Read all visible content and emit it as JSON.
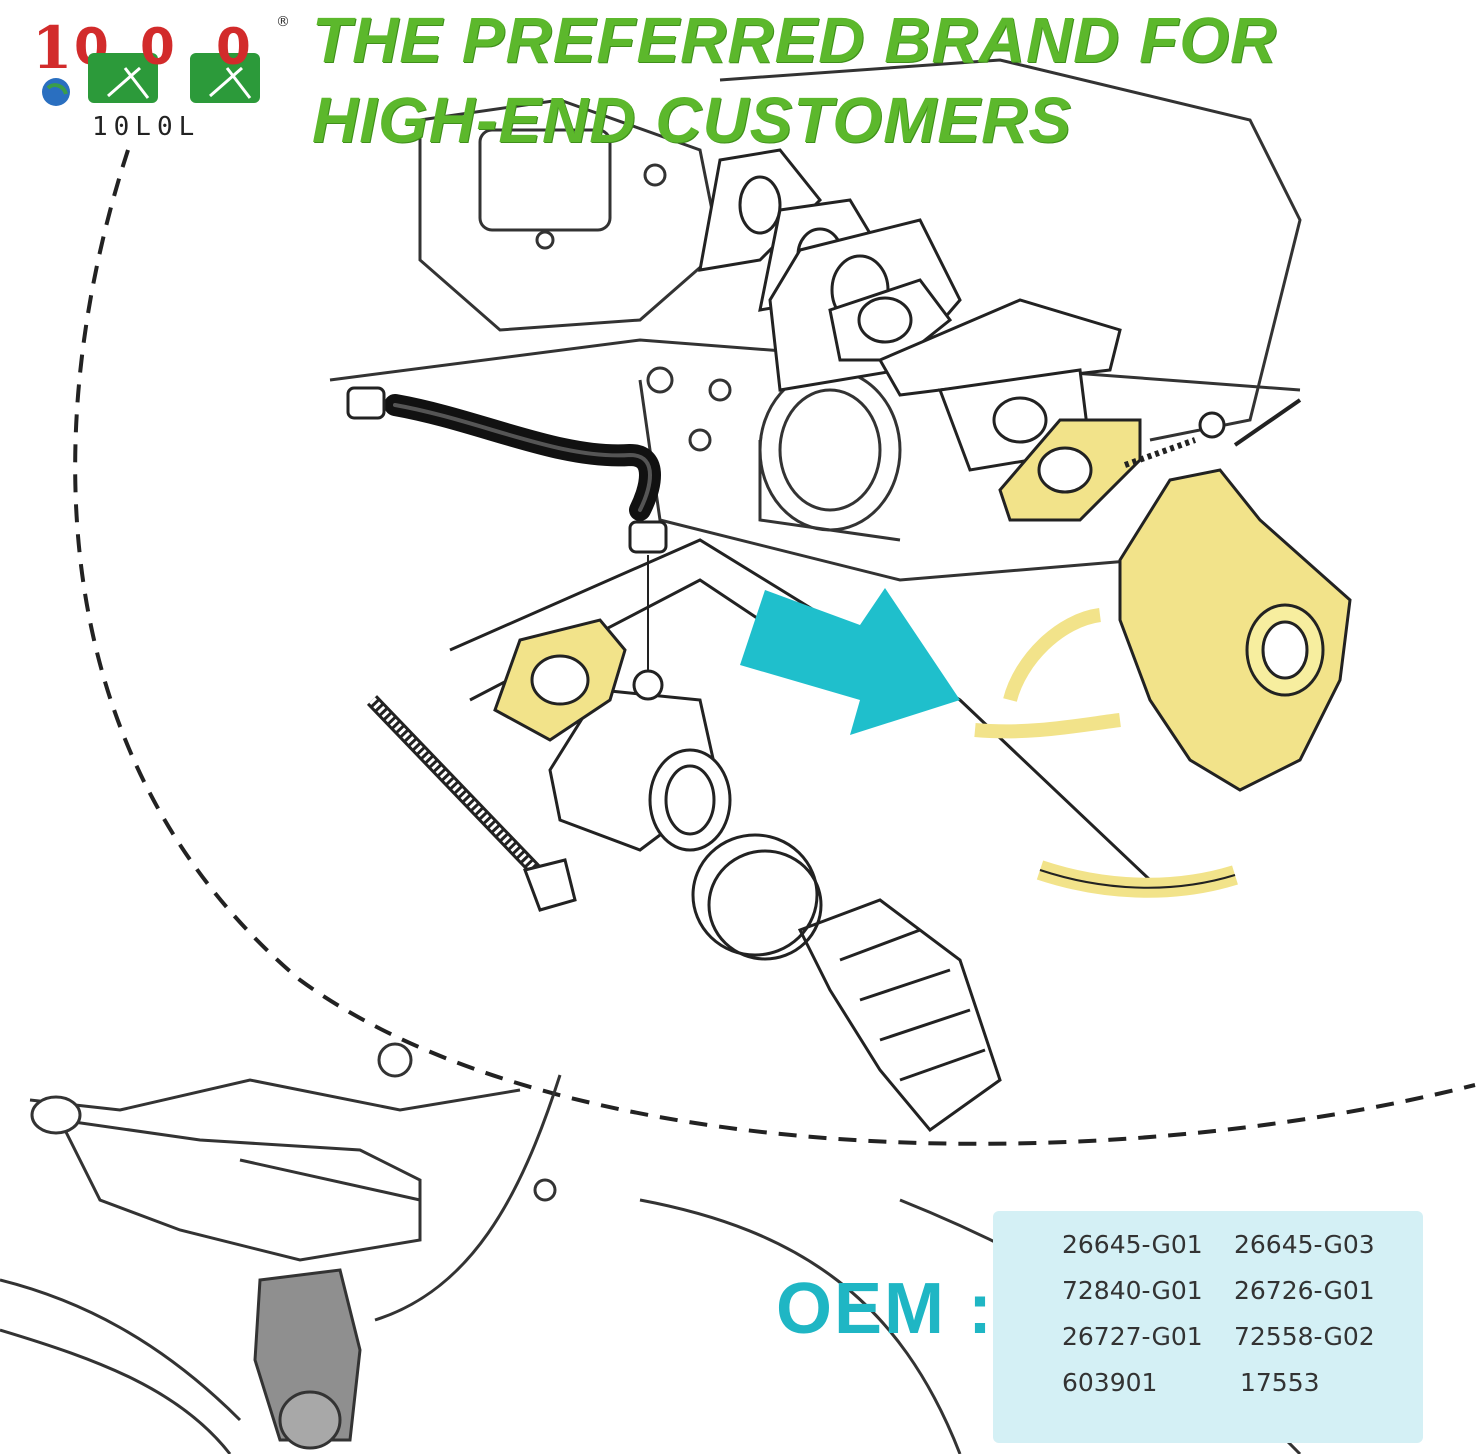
{
  "brand": {
    "logo_text": "10L0L",
    "registered_mark": "®",
    "colors": {
      "red": "#d22b2b",
      "green": "#2c9a3a",
      "blue_globe": "#2a6fc0"
    }
  },
  "headline": "THE PREFERRED BRAND FOR HIGH-END CUSTOMERS",
  "headline_color": "#5cb82c",
  "arrow_color": "#1fbfcc",
  "highlight_color": "#f2e38a",
  "oem": {
    "label": "OEM :",
    "label_color": "#1fb6c4",
    "box_color": "#d4f0f5",
    "numbers": [
      "26645-G01",
      "26645-G03",
      "72840-G01",
      "26726-G01",
      "26727-G01",
      "72558-G02",
      "603901",
      "17553"
    ]
  }
}
